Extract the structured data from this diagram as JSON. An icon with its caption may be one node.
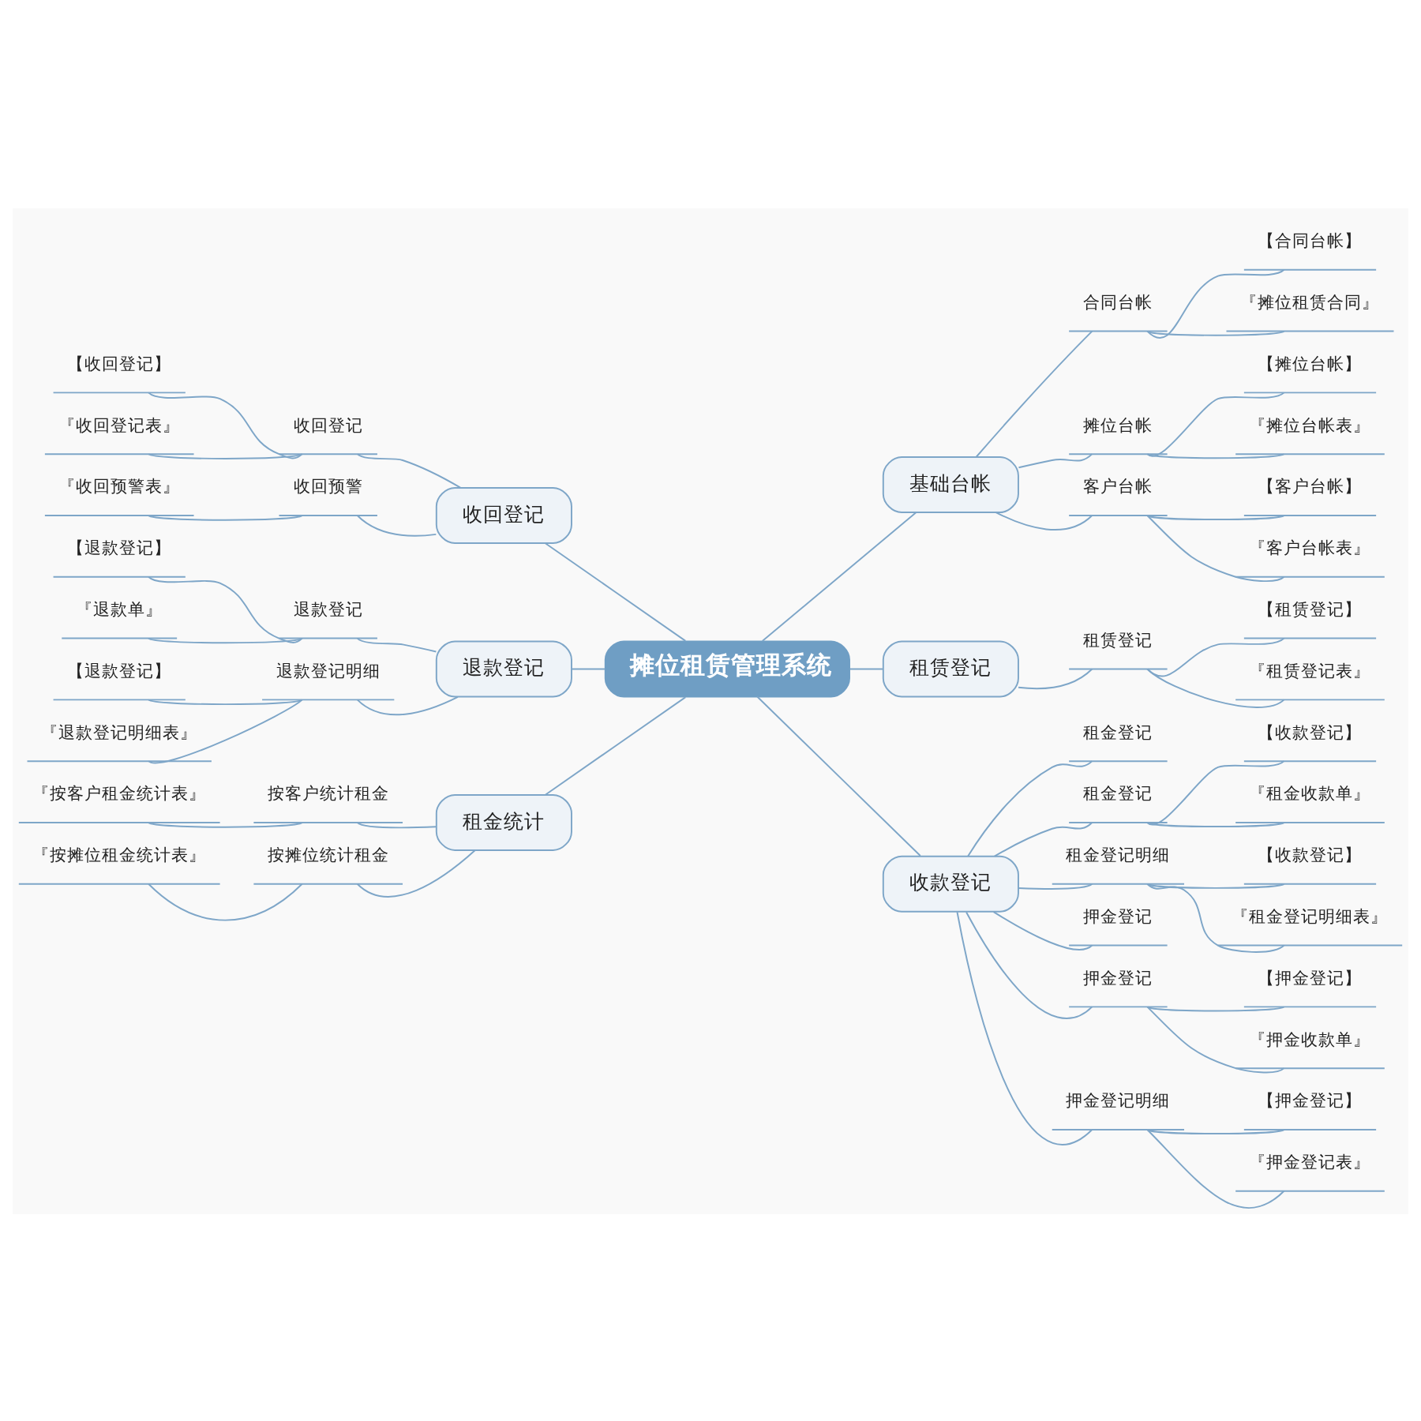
{
  "diagram": {
    "nodes": [
      {
        "text": [
          "摊位租赁管理系统"
        ]
      },
      {
        "text": [
          "基础台帐"
        ]
      },
      {
        "text": [
          "合同台帐"
        ]
      },
      {
        "text": [
          "【合同台帐】"
        ]
      },
      {
        "text": [
          "『摊位租赁合同』"
        ]
      },
      {
        "text": [
          "摊位台帐"
        ]
      },
      {
        "text": [
          "【摊位台帐】"
        ]
      },
      {
        "text": [
          "『摊位台帐表』"
        ]
      },
      {
        "text": [
          "客户台帐"
        ]
      },
      {
        "text": [
          "【客户台帐】"
        ]
      },
      {
        "text": [
          "『客户台帐表』"
        ]
      },
      {
        "text": [
          "租赁登记"
        ]
      },
      {
        "text": [
          "租赁登记"
        ]
      },
      {
        "text": [
          "【租赁登记】"
        ]
      },
      {
        "text": [
          "『租赁登记表』"
        ]
      },
      {
        "text": [
          "收款登记"
        ]
      },
      {
        "text": [
          "租金登记"
        ]
      },
      {
        "text": [
          "租金登记"
        ]
      },
      {
        "text": [
          "【收款登记】"
        ]
      },
      {
        "text": [
          "『租金收款单』"
        ]
      },
      {
        "text": [
          "租金登记明细"
        ]
      },
      {
        "text": [
          "【收款登记】"
        ]
      },
      {
        "text": [
          "『租金登记明细表』"
        ]
      },
      {
        "text": [
          "押金登记"
        ]
      },
      {
        "text": [
          "押金登记"
        ]
      },
      {
        "text": [
          "【押金登记】"
        ]
      },
      {
        "text": [
          "『押金收款单』"
        ]
      },
      {
        "text": [
          "押金登记明细"
        ]
      },
      {
        "text": [
          "【押金登记】"
        ]
      },
      {
        "text": [
          "『押金登记表』"
        ]
      },
      {
        "text": [
          "收回登记"
        ]
      },
      {
        "text": [
          "收回登记"
        ]
      },
      {
        "text": [
          "【收回登记】"
        ]
      },
      {
        "text": [
          "『收回登记表』"
        ]
      },
      {
        "text": [
          "收回预警"
        ]
      },
      {
        "text": [
          "『收回预警表』"
        ]
      },
      {
        "text": [
          "退款登记"
        ]
      },
      {
        "text": [
          "退款登记"
        ]
      },
      {
        "text": [
          "【退款登记】"
        ]
      },
      {
        "text": [
          "『退款单』"
        ]
      },
      {
        "text": [
          "退款登记明细"
        ]
      },
      {
        "text": [
          "【退款登记】"
        ]
      },
      {
        "text": [
          "『退款登记明细表』"
        ]
      },
      {
        "text": [
          "租金统计"
        ]
      },
      {
        "text": [
          "按客户统计租金"
        ]
      },
      {
        "text": [
          "『按客户租金统计表』"
        ]
      },
      {
        "text": [
          "按摊位统计租金"
        ]
      },
      {
        "text": [
          "『按摊位租金统计表』"
        ]
      }
    ],
    "edges": [
      {
        "from": 0,
        "to": 1,
        "arrow": "none"
      },
      {
        "from": 1,
        "to": 2,
        "arrow": "none"
      },
      {
        "from": 2,
        "to": 3,
        "arrow": "none"
      },
      {
        "from": 2,
        "to": 4,
        "arrow": "none"
      },
      {
        "from": 1,
        "to": 5,
        "arrow": "none"
      },
      {
        "from": 5,
        "to": 6,
        "arrow": "none"
      },
      {
        "from": 5,
        "to": 7,
        "arrow": "none"
      },
      {
        "from": 1,
        "to": 8,
        "arrow": "none"
      },
      {
        "from": 8,
        "to": 9,
        "arrow": "none"
      },
      {
        "from": 8,
        "to": 10,
        "arrow": "none"
      },
      {
        "from": 0,
        "to": 11,
        "arrow": "none"
      },
      {
        "from": 11,
        "to": 12,
        "arrow": "none"
      },
      {
        "from": 12,
        "to": 13,
        "arrow": "none"
      },
      {
        "from": 12,
        "to": 14,
        "arrow": "none"
      },
      {
        "from": 0,
        "to": 15,
        "arrow": "none"
      },
      {
        "from": 15,
        "to": 16,
        "arrow": "none"
      },
      {
        "from": 15,
        "to": 17,
        "arrow": "none"
      },
      {
        "from": 17,
        "to": 18,
        "arrow": "none"
      },
      {
        "from": 17,
        "to": 19,
        "arrow": "none"
      },
      {
        "from": 15,
        "to": 20,
        "arrow": "none"
      },
      {
        "from": 20,
        "to": 21,
        "arrow": "none"
      },
      {
        "from": 20,
        "to": 22,
        "arrow": "none"
      },
      {
        "from": 15,
        "to": 23,
        "arrow": "none"
      },
      {
        "from": 15,
        "to": 24,
        "arrow": "none"
      },
      {
        "from": 24,
        "to": 25,
        "arrow": "none"
      },
      {
        "from": 24,
        "to": 26,
        "arrow": "none"
      },
      {
        "from": 15,
        "to": 27,
        "arrow": "none"
      },
      {
        "from": 27,
        "to": 28,
        "arrow": "none"
      },
      {
        "from": 27,
        "to": 29,
        "arrow": "none"
      },
      {
        "from": 30,
        "to": 0,
        "arrow": "none"
      },
      {
        "from": 31,
        "to": 30,
        "arrow": "none"
      },
      {
        "from": 32,
        "to": 31,
        "arrow": "none"
      },
      {
        "from": 33,
        "to": 31,
        "arrow": "none"
      },
      {
        "from": 34,
        "to": 30,
        "arrow": "none"
      },
      {
        "from": 35,
        "to": 34,
        "arrow": "none"
      },
      {
        "from": 36,
        "to": 0,
        "arrow": "none"
      },
      {
        "from": 37,
        "to": 36,
        "arrow": "none"
      },
      {
        "from": 38,
        "to": 37,
        "arrow": "none"
      },
      {
        "from": 39,
        "to": 37,
        "arrow": "none"
      },
      {
        "from": 40,
        "to": 36,
        "arrow": "none"
      },
      {
        "from": 41,
        "to": 40,
        "arrow": "none"
      },
      {
        "from": 42,
        "to": 40,
        "arrow": "none"
      },
      {
        "from": 43,
        "to": 0,
        "arrow": "none"
      },
      {
        "from": 44,
        "to": 43,
        "arrow": "none"
      },
      {
        "from": 45,
        "to": 44,
        "arrow": "none"
      },
      {
        "from": 46,
        "to": 43,
        "arrow": "none"
      },
      {
        "from": 47,
        "to": 46,
        "arrow": "none"
      }
    ]
  }
}
